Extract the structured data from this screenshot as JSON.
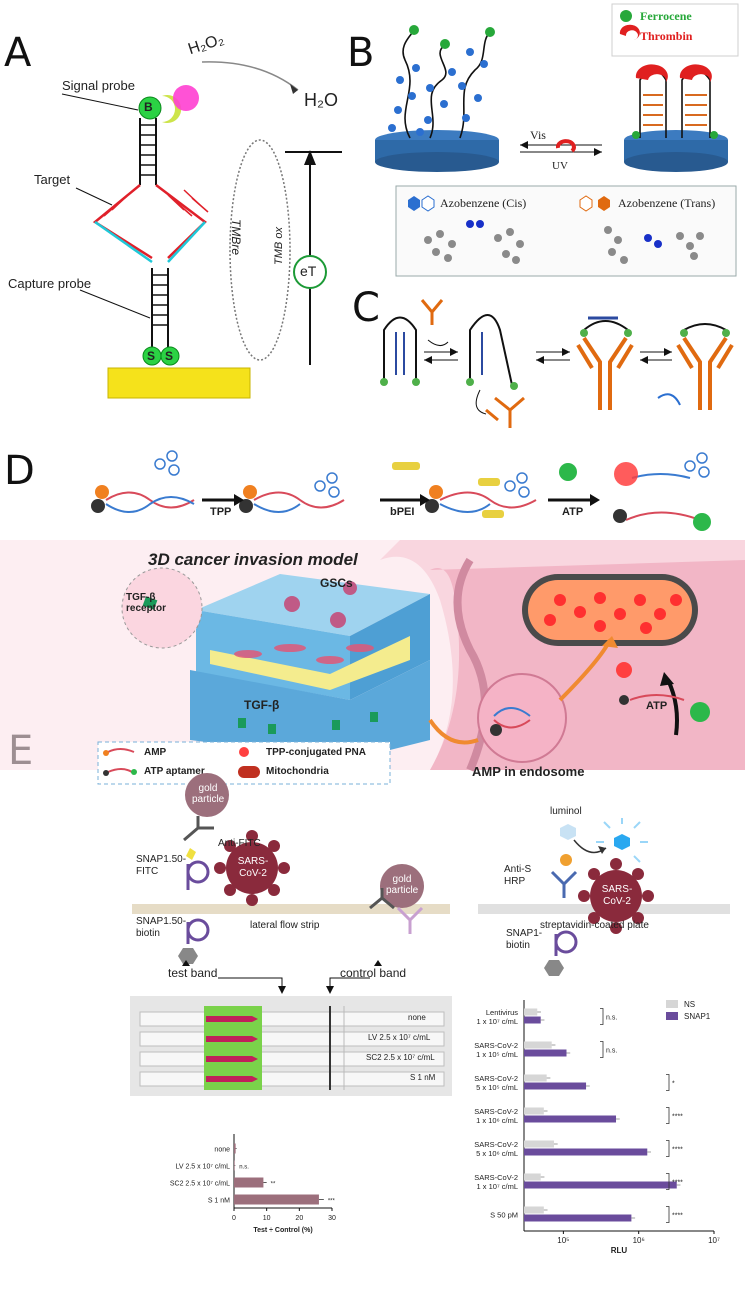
{
  "panels": {
    "a": "A",
    "b": "B",
    "c": "C",
    "d": "D",
    "e": "E"
  },
  "panelA": {
    "signal_probe": "Signal probe",
    "target": "Target",
    "capture_probe": "Capture probe",
    "h2o2": "H₂O₂",
    "h2o": "H₂O",
    "b": "B",
    "tmb_re": "TMBre",
    "tmb_ox": "TMB ox",
    "et": "eT",
    "s": "S"
  },
  "panelB": {
    "ferrocene": "Ferrocene",
    "thrombin": "Thrombin",
    "vis": "Vis",
    "uv": "UV",
    "azo_cis": "Azobenzene (Cis)",
    "azo_trans": "Azobenzene (Trans)"
  },
  "panelD": {
    "tpp": "TPP",
    "bpei": "bPEI",
    "atp": "ATP",
    "model_title": "3D cancer invasion model",
    "gscs": "GSCs",
    "tgf_receptor": "TGF-β receptor",
    "tgf": "TGF-β",
    "atp2": "ATP",
    "amp_endosome": "AMP in endosome",
    "legend": [
      {
        "label": "AMP"
      },
      {
        "label": "TPP-conjugated PNA"
      },
      {
        "label": "ATP aptamer"
      },
      {
        "label": "Mitochondria"
      }
    ]
  },
  "panelE": {
    "gold_particle": "gold particle",
    "anti_fitc": "Anti-FITC",
    "snap_fitc": "SNAP1.50- FITC",
    "snap_biotin": "SNAP1.50- biotin",
    "sars": "SARS- CoV-2",
    "lateral_flow": "lateral flow strip",
    "test_band": "test band",
    "control_band": "control band",
    "luminol": "luminol",
    "anti_s": "Anti-S HRP",
    "snap1_biotin": "SNAP1- biotin",
    "strep_plate": "streptavidin-coated plate",
    "strip_labels": [
      "none",
      "LV 2.5 x 10⁷ c/mL",
      "SC2 2.5 x 10⁷ c/mL",
      "S 1 nM"
    ]
  },
  "chart_data": [
    {
      "type": "bar",
      "orientation": "horizontal",
      "categories": [
        "none",
        "LV 2.5 x 10⁷ c/mL",
        "SC2 2.5 x 10⁷ c/mL",
        "S 1 nM"
      ],
      "values": [
        0.5,
        0.2,
        9,
        26
      ],
      "errors": [
        0.3,
        0.2,
        1,
        1.5
      ],
      "significance": [
        "",
        "n.s.",
        "**",
        "***"
      ],
      "xlabel": "Test ÷ Control (%)",
      "xlim": [
        0,
        30
      ],
      "xticks": [
        0,
        10,
        20,
        30
      ],
      "color": "#9c6f7c"
    },
    {
      "type": "bar",
      "orientation": "horizontal",
      "xscale": "log",
      "categories": [
        [
          "Lentivirus",
          "1 x 10⁷ c/mL"
        ],
        [
          "SARS-CoV-2",
          "1 x 10⁵ c/mL"
        ],
        [
          "SARS-CoV-2",
          "5 x 10⁵ c/mL"
        ],
        [
          "SARS-CoV-2",
          "1 x 10⁶ c/mL"
        ],
        [
          "SARS-CoV-2",
          "5 x 10⁶ c/mL"
        ],
        [
          "SARS-CoV-2",
          "1 x 10⁷ c/mL"
        ],
        [
          "S 50 pM"
        ]
      ],
      "series": [
        {
          "name": "NS",
          "color": "#d6d6d6",
          "values": [
            45000,
            70000,
            60000,
            55000,
            75000,
            50000,
            55000
          ]
        },
        {
          "name": "SNAP1",
          "color": "#6a4c9c",
          "values": [
            50000,
            110000,
            200000,
            500000,
            1300000,
            3200000,
            800000
          ]
        }
      ],
      "significance": [
        "n.s.",
        "n.s.",
        "*",
        "****",
        "****",
        "****",
        "****"
      ],
      "xlabel": "RLU",
      "xlim": [
        30000,
        10000000
      ],
      "xticks": [
        100000,
        1000000,
        10000000
      ],
      "xtick_labels": [
        "10⁵",
        "10⁶",
        "10⁷"
      ],
      "legend_position": "top-right"
    }
  ]
}
